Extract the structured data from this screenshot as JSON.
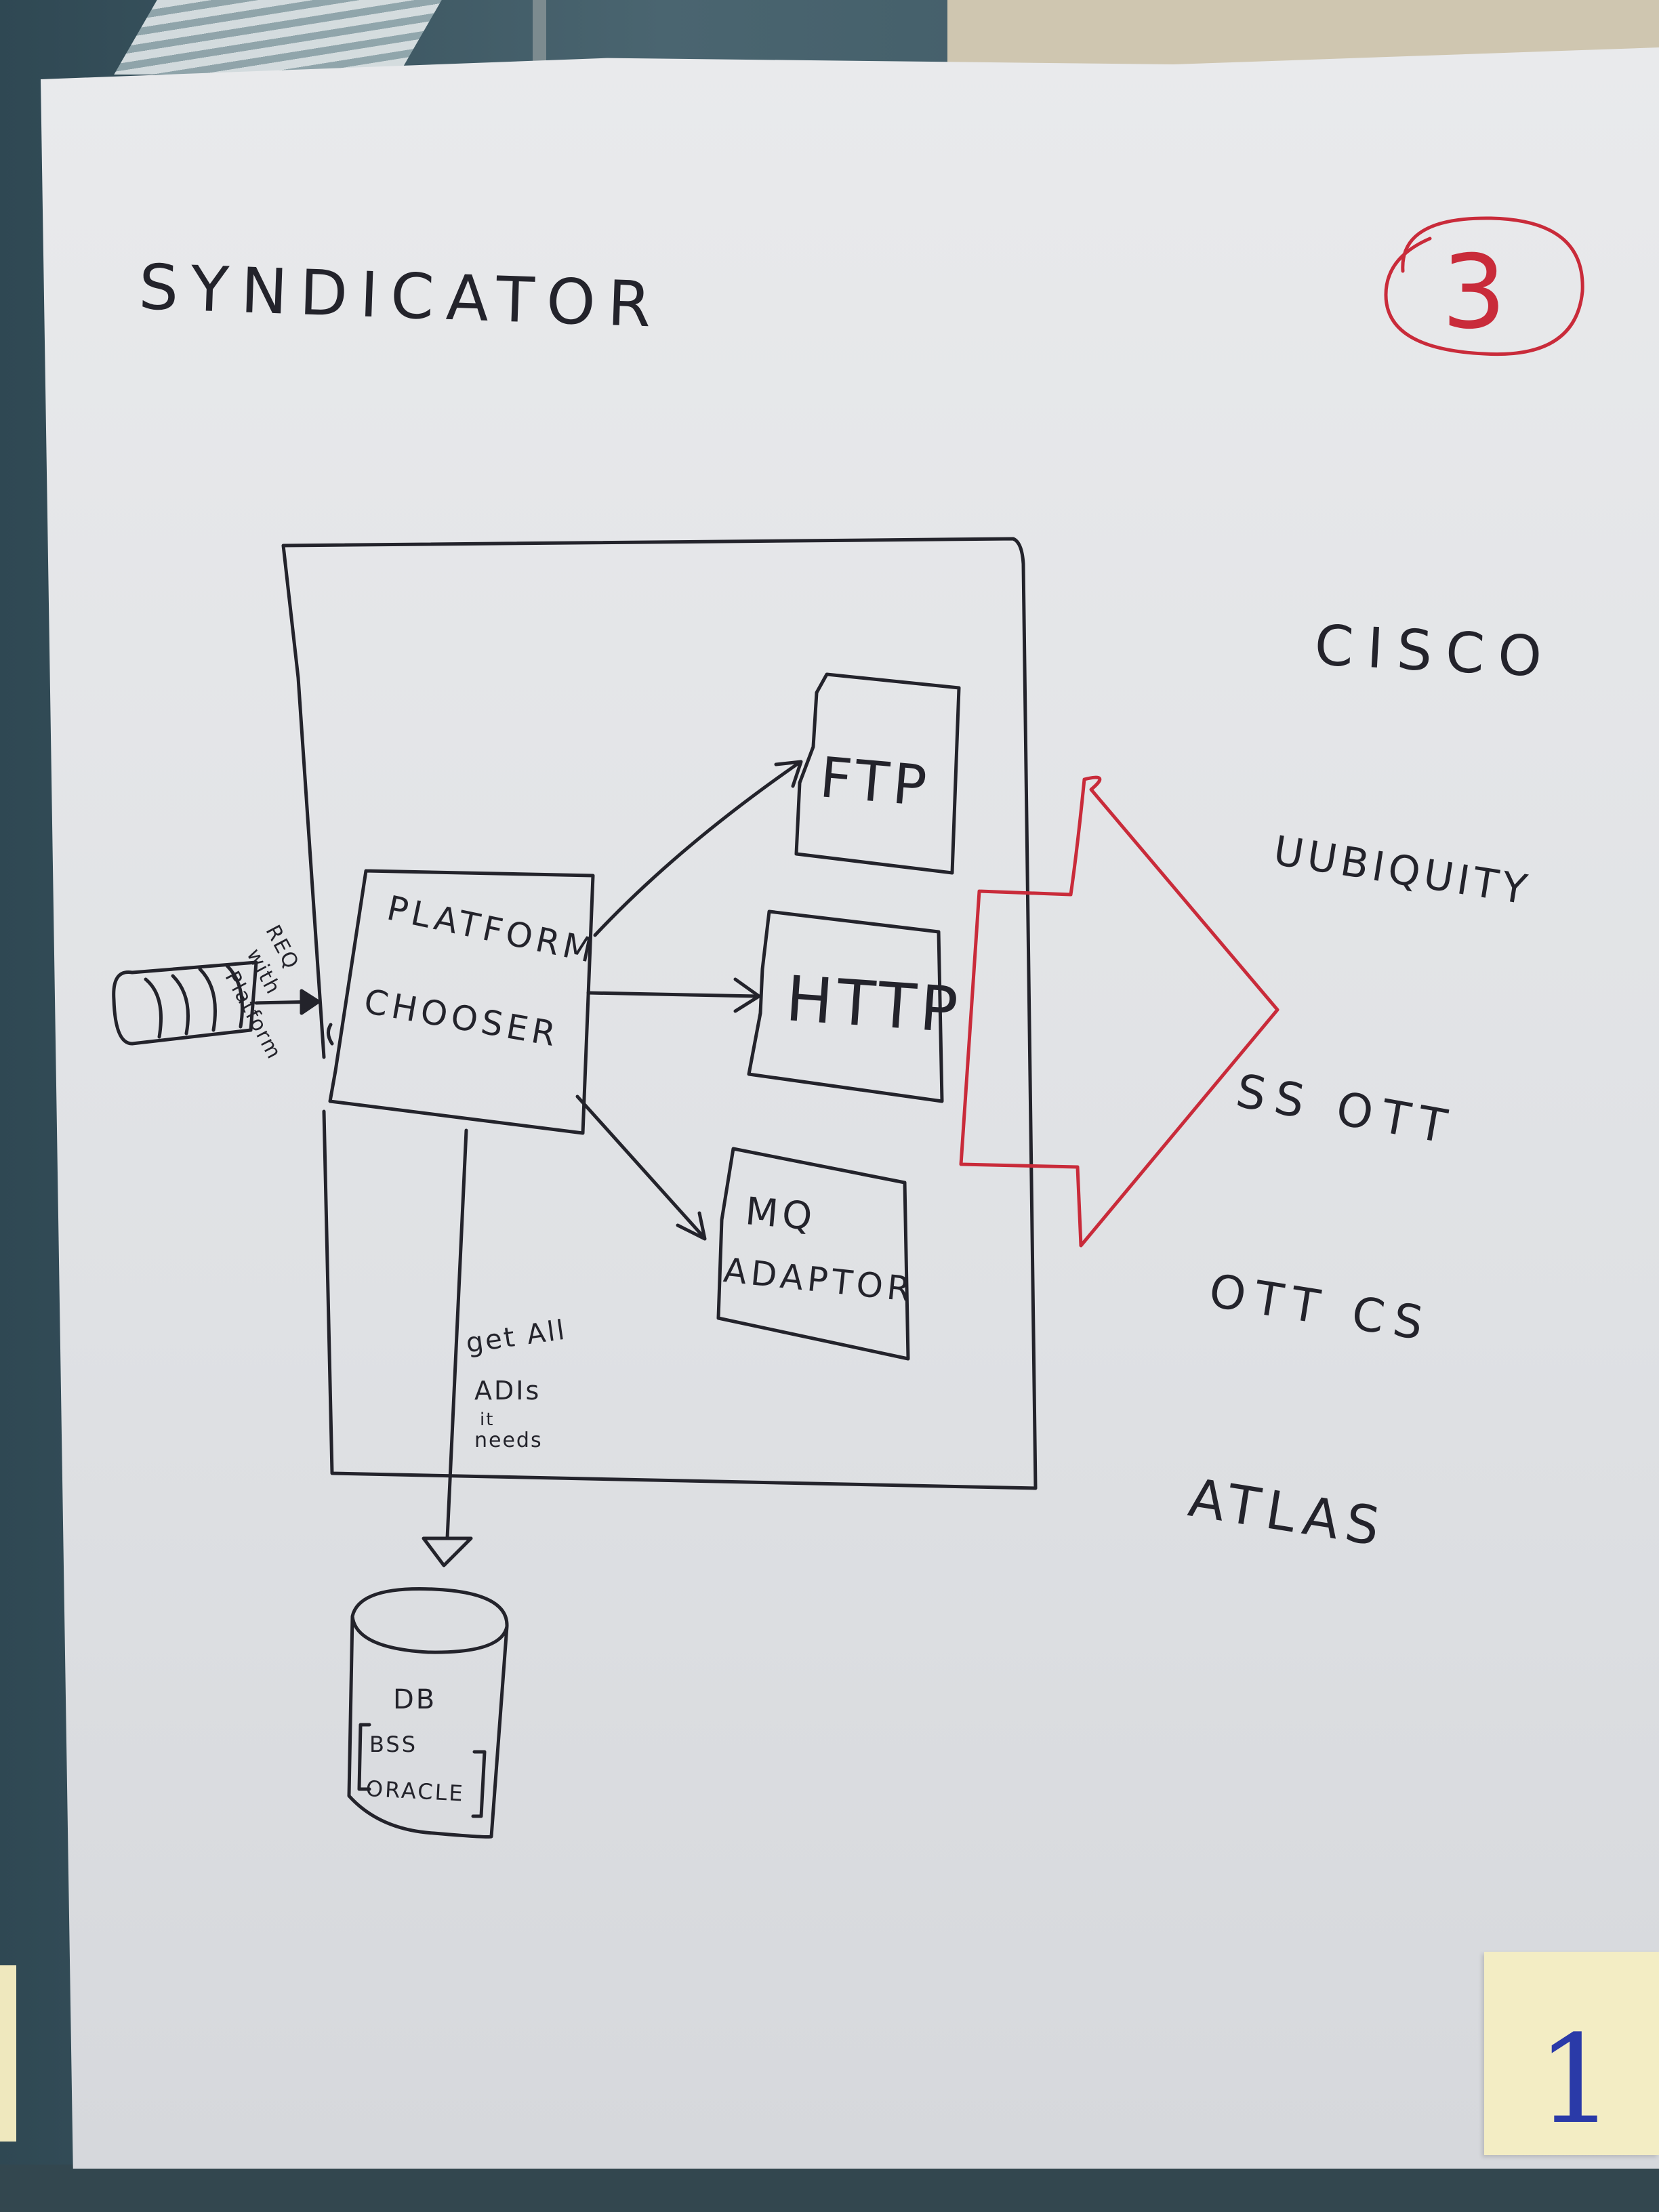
{
  "title": "SYNDICATOR",
  "page_number": "3",
  "sticky_note": "1",
  "components": {
    "platform_chooser": [
      "PLATFORM",
      "CHOOSER"
    ],
    "ftp": "FTP",
    "http": "HTTP",
    "mq_adaptor": [
      "MQ",
      "ADAPTOR"
    ],
    "db": [
      "DB",
      "BSS",
      "ORACLE"
    ]
  },
  "annotations": {
    "request": [
      "REQ",
      "with",
      "Platform"
    ],
    "get_all": [
      "get All",
      "ADIs",
      "it",
      "needs"
    ]
  },
  "targets": [
    "CISCO",
    "UUBIQUITY",
    "SS OTT",
    "OTT CS",
    "ATLAS"
  ],
  "colors": {
    "ink": "#23232b",
    "red": "#c92b3a",
    "blue": "#2a3aa8",
    "paper": "#e4e5e8",
    "sticky": "#f3edc4"
  }
}
